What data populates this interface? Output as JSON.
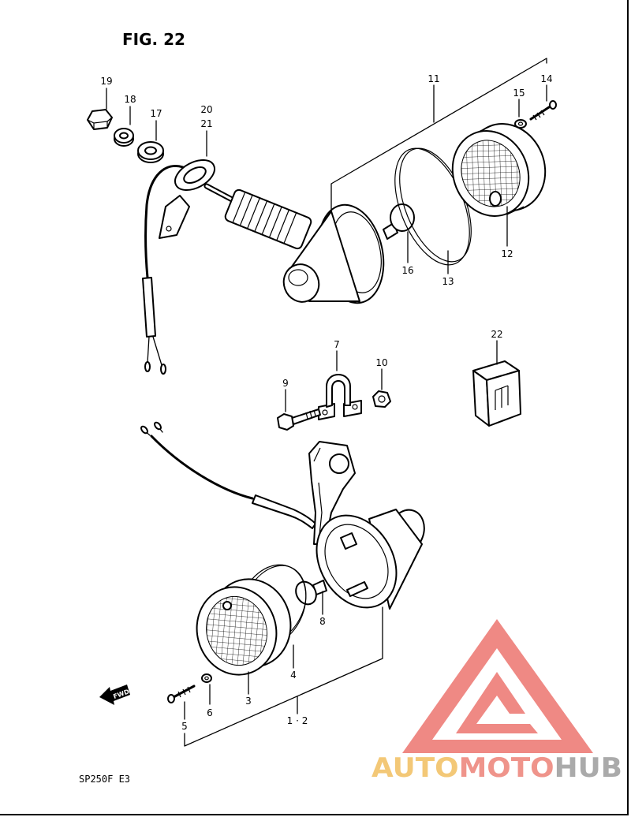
{
  "figure": {
    "label": "FIG. 22"
  },
  "footer": {
    "model": "SP250F E3"
  },
  "fwd": {
    "label": "FWD"
  },
  "callouts": {
    "p1_2": "1 · 2",
    "p3": "3",
    "p4": "4",
    "p5": "5",
    "p6": "6",
    "p7": "7",
    "p8": "8",
    "p9": "9",
    "p10": "10",
    "p11": "11",
    "p12": "12",
    "p13": "13",
    "p14": "14",
    "p15": "15",
    "p16": "16",
    "p17": "17",
    "p18": "18",
    "p19": "19",
    "p20": "20",
    "p21": "21",
    "p22": "22"
  },
  "watermark": {
    "part_auto": "AUTO",
    "part_moto": "MOTO",
    "part_hub": "HUB"
  },
  "colors": {
    "line": "#000000",
    "background": "#ffffff",
    "watermark_triangle": "#ee7f7a",
    "watermark_auto": "#f3c46c",
    "watermark_moto": "#ee8b82",
    "watermark_hub": "#a3a3a3"
  }
}
